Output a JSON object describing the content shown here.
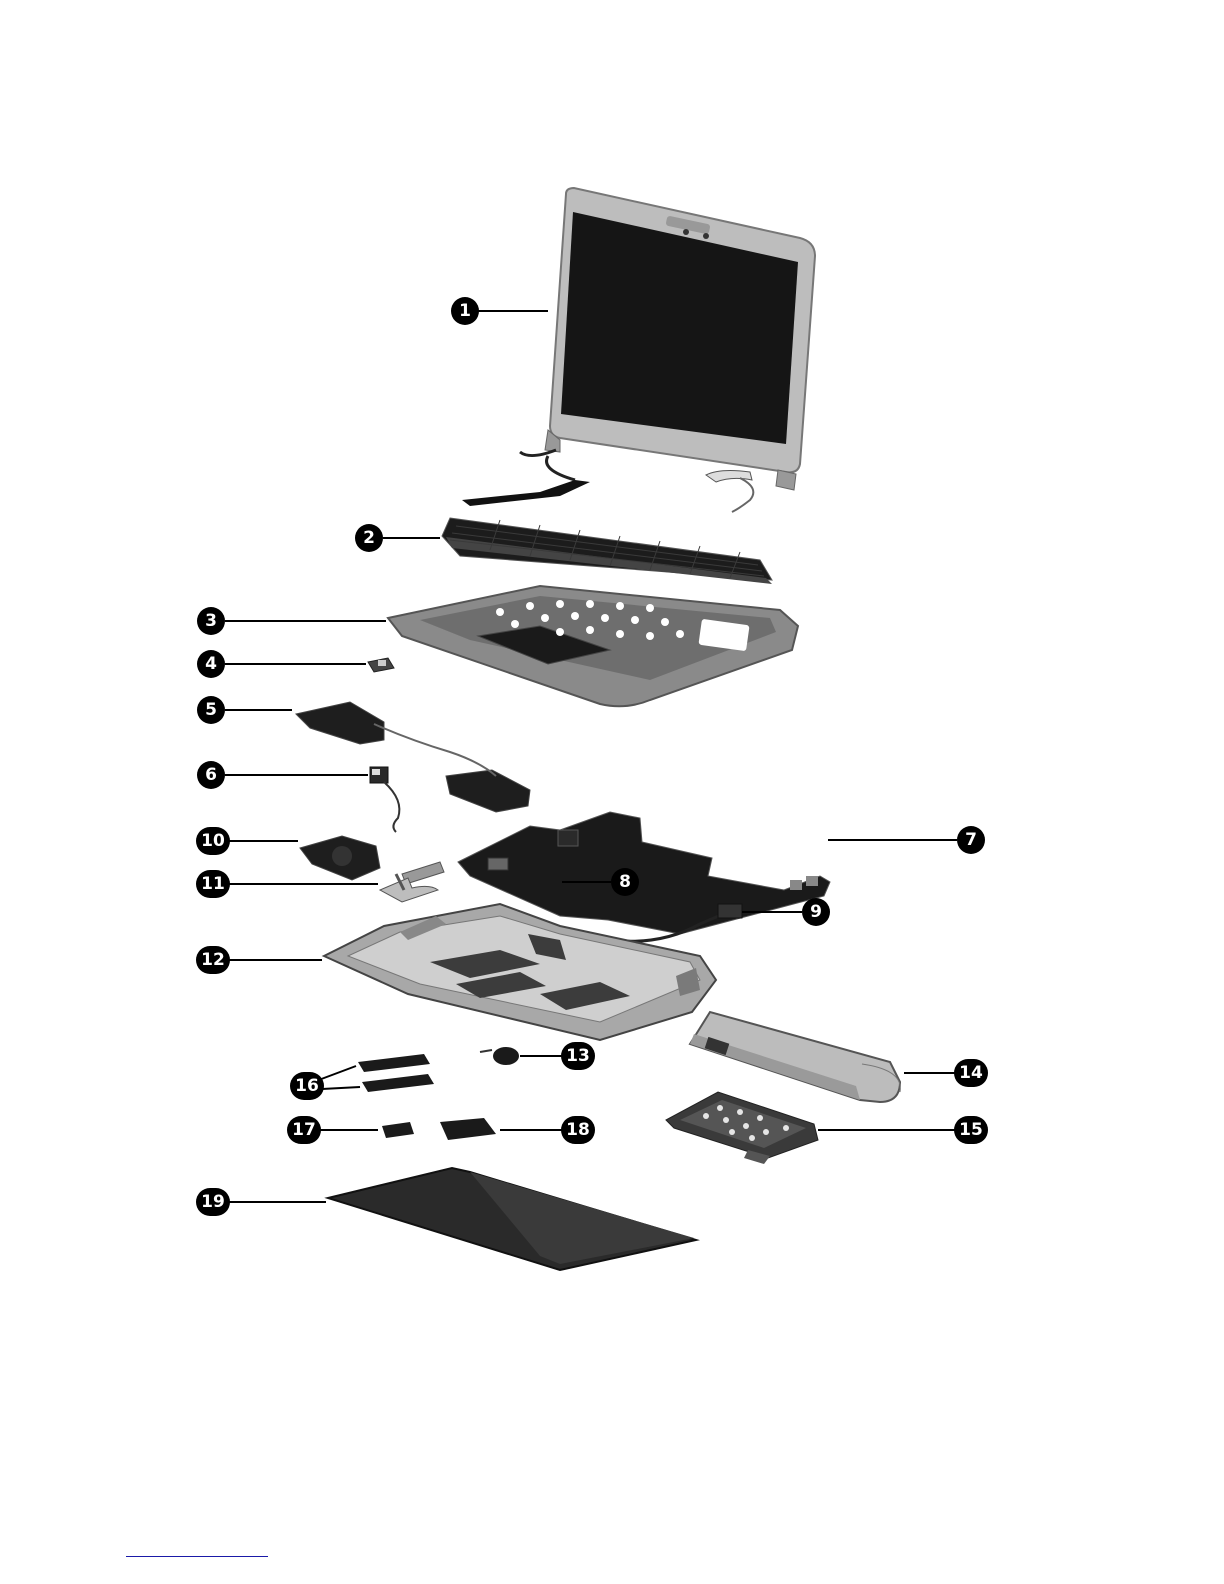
{
  "callouts": [
    {
      "id": 1,
      "label": "1",
      "part": "display-assembly"
    },
    {
      "id": 2,
      "label": "2",
      "part": "keyboard"
    },
    {
      "id": 3,
      "label": "3",
      "part": "top-cover"
    },
    {
      "id": 4,
      "label": "4",
      "part": "small-board"
    },
    {
      "id": 5,
      "label": "5",
      "part": "speaker-assembly"
    },
    {
      "id": 6,
      "label": "6",
      "part": "rtc-battery-cable"
    },
    {
      "id": 7,
      "label": "7",
      "part": "system-board"
    },
    {
      "id": 8,
      "label": "8",
      "part": "small-chip"
    },
    {
      "id": 9,
      "label": "9",
      "part": "power-connector-cable"
    },
    {
      "id": 10,
      "label": "10",
      "part": "fan"
    },
    {
      "id": 11,
      "label": "11",
      "part": "heat-sink"
    },
    {
      "id": 12,
      "label": "12",
      "part": "base-enclosure"
    },
    {
      "id": 13,
      "label": "13",
      "part": "rtc-battery"
    },
    {
      "id": 14,
      "label": "14",
      "part": "battery"
    },
    {
      "id": 15,
      "label": "15",
      "part": "hard-drive"
    },
    {
      "id": 16,
      "label": "16",
      "part": "memory-modules"
    },
    {
      "id": 17,
      "label": "17",
      "part": "wlan-module"
    },
    {
      "id": 18,
      "label": "18",
      "part": "wwan-module"
    },
    {
      "id": 19,
      "label": "19",
      "part": "bottom-cover"
    }
  ],
  "colors": {
    "callout_fill": "#000000",
    "callout_text": "#ffffff",
    "part_dark": "#1c1c1c",
    "part_silver": "#b8b8b8",
    "footer_rule": "#1a1aa8"
  }
}
